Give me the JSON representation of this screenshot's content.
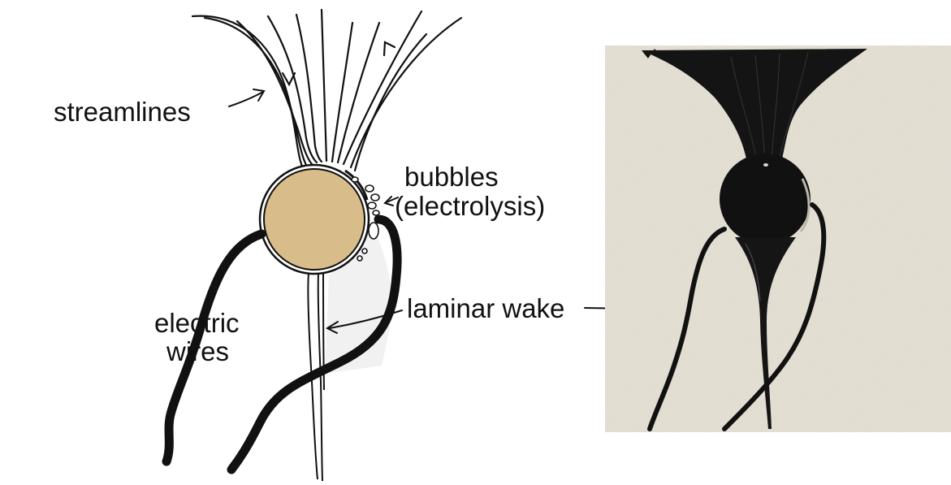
{
  "labels": {
    "streamlines": "streamlines",
    "bubbles": "bubbles",
    "electrolysis": "(electrolysis)",
    "electric": "electric",
    "wires": "wires",
    "laminar_wake": "laminar wake"
  },
  "colors": {
    "cylinder": "#d8bd8a",
    "ink": "#111111",
    "photo_background": "#e9e4d8",
    "wake_shade": "#f1f1f1"
  }
}
